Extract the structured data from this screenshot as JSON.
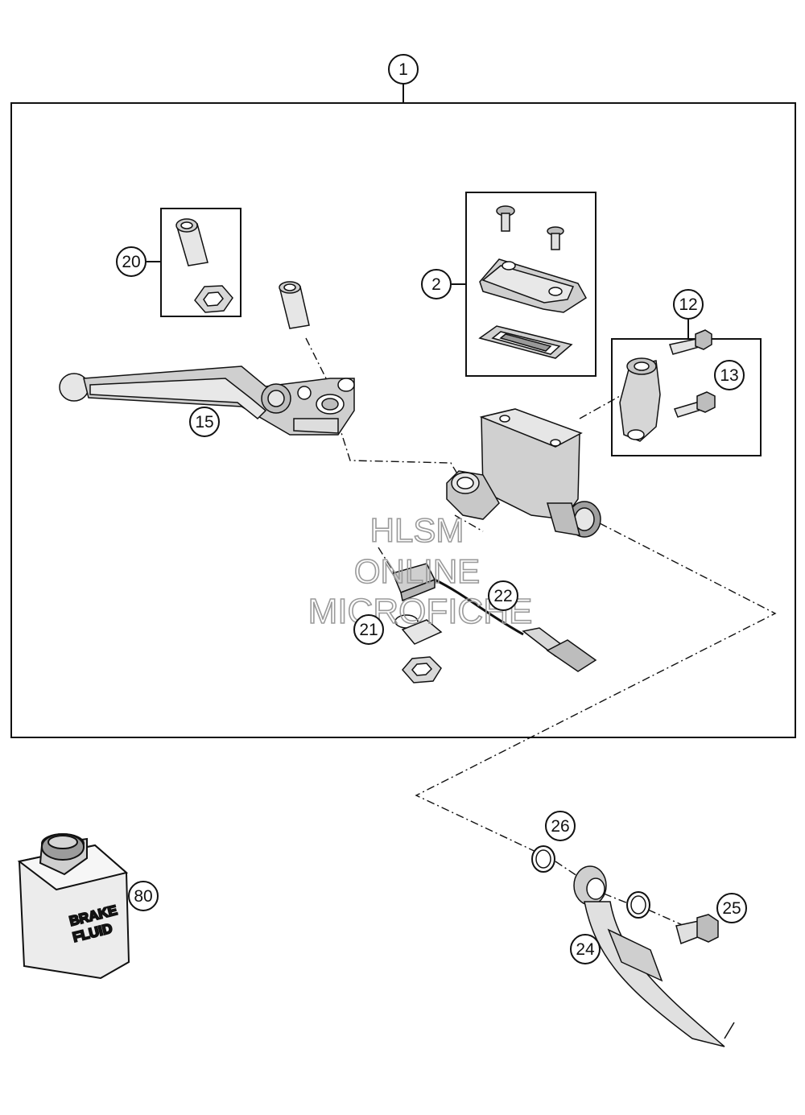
{
  "callouts": {
    "c1": "1",
    "c2": "2",
    "c12": "12",
    "c13": "13",
    "c15": "15",
    "c20": "20",
    "c21": "21",
    "c22": "22",
    "c24": "24",
    "c25": "25",
    "c26": "26",
    "c80": "80"
  },
  "watermark": {
    "line1": "HLSM",
    "line2": "ONLINE",
    "line3": "MICROFICHE"
  },
  "fluid_label": {
    "line1": "BRAKE",
    "line2": "FLUID"
  }
}
